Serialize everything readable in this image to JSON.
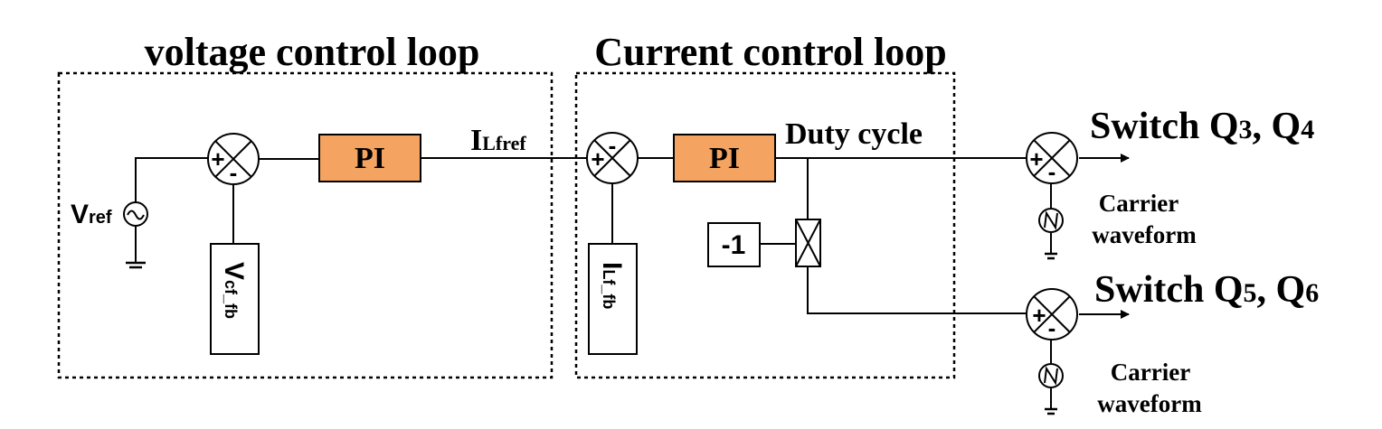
{
  "voltage_loop": {
    "title": "voltage control loop"
  },
  "current_loop": {
    "title": "Current control loop"
  },
  "v_ref": {
    "main": "V",
    "sub": "ref"
  },
  "vcf_fb": {
    "main": "V",
    "sub": "cf_fb"
  },
  "ilf_fb": {
    "main": "I",
    "sub": "Lf_fb"
  },
  "i_lfref": {
    "main": "I",
    "sub": "Lfref"
  },
  "pi_voltage": {
    "label": "PI"
  },
  "pi_current": {
    "label": "PI"
  },
  "duty_cycle": {
    "label": "Duty cycle"
  },
  "neg_one": {
    "label": "-1"
  },
  "switch_q3q4": {
    "prefix": "Switch Q",
    "n1": "3",
    "mid": ", Q",
    "n2": "4"
  },
  "switch_q5q6": {
    "prefix": "Switch Q",
    "n1": "5",
    "mid": ", Q",
    "n2": "6"
  },
  "carrier_top": {
    "line1": "Carrier",
    "line2": "waveform"
  },
  "carrier_bottom": {
    "line1": "Carrier",
    "line2": "waveform"
  },
  "signs": {
    "plus": "+",
    "minus": "-"
  },
  "colors": {
    "pi_fill": "#f4a460",
    "line": "#000000",
    "background": "#ffffff"
  }
}
